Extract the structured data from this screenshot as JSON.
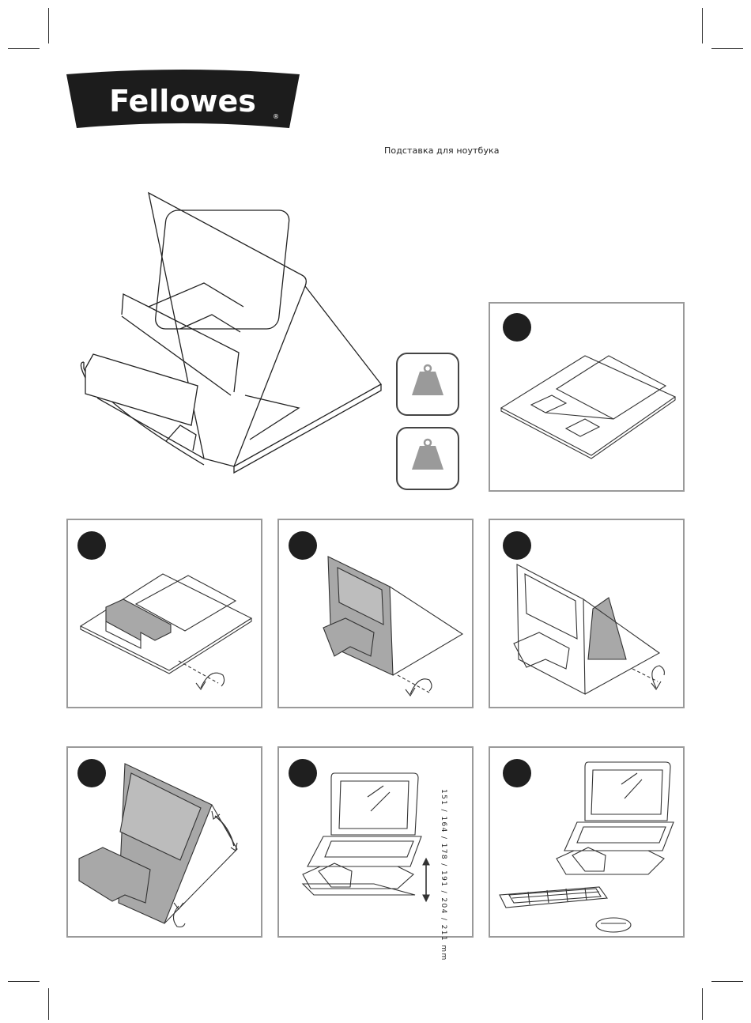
{
  "brand": {
    "logo_text": "Fellowes",
    "registered_mark": "®"
  },
  "product_title": "Подставка для ноутбука",
  "weight_icons": [
    "weight-icon",
    "weight-icon"
  ],
  "steps": [
    {
      "id": "step-1",
      "badge": ""
    },
    {
      "id": "step-2",
      "badge": ""
    },
    {
      "id": "step-3",
      "badge": ""
    },
    {
      "id": "step-4",
      "badge": ""
    },
    {
      "id": "step-5",
      "badge": ""
    },
    {
      "id": "step-6",
      "badge": ""
    },
    {
      "id": "step-7",
      "badge": ""
    }
  ],
  "height_settings": "151 / 164 / 178 / 191 / 204 / 211 mm",
  "colors": {
    "panel_border": "#9a9a9a",
    "badge": "#1f1f1f",
    "logo_bg": "#1c1c1c",
    "highlight": "#a8a8a8"
  }
}
